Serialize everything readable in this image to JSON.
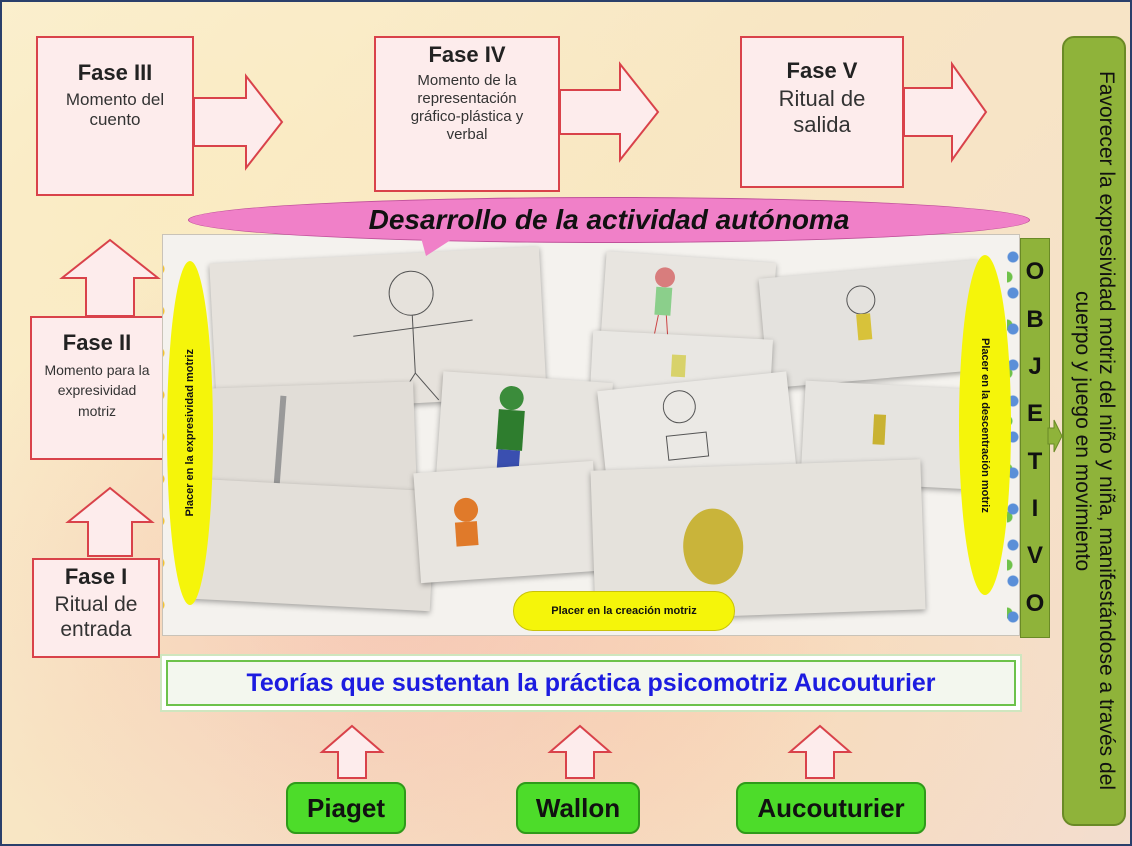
{
  "phases": {
    "fase3": {
      "title": "Fase III",
      "subtitle": "Momento del cuento"
    },
    "fase4": {
      "title": "Fase IV",
      "subtitle": "Momento de la representación gráfico-plástica y verbal"
    },
    "fase5": {
      "title": "Fase V",
      "subtitle": "Ritual de salida"
    },
    "fase2": {
      "title": "Fase II",
      "subtitle": "Momento para la expresividad motriz"
    },
    "fase1": {
      "title": "Fase I",
      "subtitle": "Ritual de entrada"
    }
  },
  "banner": "Desarrollo de la actividad autónoma",
  "side_labels": {
    "left": "Placer en la expresividad motriz",
    "right": "Placer en la descentración motriz",
    "bottom": "Placer en la creación motriz"
  },
  "objetivo": {
    "letters": [
      "O",
      "B",
      "J",
      "E",
      "T",
      "I",
      "V",
      "O"
    ],
    "text": "Favorecer la expresividad motriz del niño y niña, manifestándose a través del cuerpo y juego en movimiento"
  },
  "theories": {
    "title": "Teorías que sustentan la práctica psicomotriz Aucouturier",
    "authors": [
      "Piaget",
      "Wallon",
      "Aucouturier"
    ]
  },
  "colors": {
    "phase_border": "#d9424a",
    "phase_fill": "#fdecec",
    "banner": "#f080c8",
    "objective_green": "#8fb33a",
    "author_green": "#4ddc2a",
    "theory_blue": "#1c1ce0",
    "yellow_label": "#f5f50a"
  }
}
